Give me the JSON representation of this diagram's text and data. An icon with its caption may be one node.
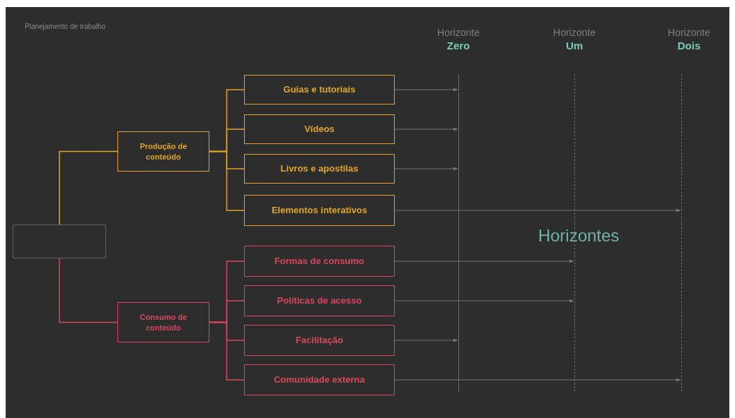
{
  "diagram": {
    "nodes": [
      {
        "text": [],
        "shape": "box"
      },
      {
        "text": [
          "Produção de conteúdo"
        ]
      },
      {
        "text": [
          "Guias e tutoriais"
        ]
      },
      {
        "text": [
          "Vídeos"
        ]
      },
      {
        "text": [
          "Livros e apostilas"
        ]
      },
      {
        "text": [
          "Elementos interativos"
        ]
      },
      {
        "text": [
          "Consumo de conteúdo"
        ]
      },
      {
        "text": [
          "Formas de consumo"
        ]
      },
      {
        "text": [
          "Políticas de acesso"
        ]
      },
      {
        "text": [
          "Facilitação"
        ]
      },
      {
        "text": [
          "Comunidade externa"
        ]
      },
      {
        "text": [],
        "shape": "bar"
      },
      {
        "text": [],
        "shape": "bar"
      },
      {
        "text": [],
        "shape": "bar"
      }
    ],
    "edges": [
      {
        "from": 0,
        "to": 1,
        "arrow": "none",
        "color": "#e0a526"
      },
      {
        "from": 1,
        "to": 2,
        "arrow": "none",
        "color": "#e0a526"
      },
      {
        "from": 1,
        "to": 3,
        "arrow": "none",
        "color": "#e0a526"
      },
      {
        "from": 1,
        "to": 4,
        "arrow": "none",
        "color": "#e0a526"
      },
      {
        "from": 1,
        "to": 5,
        "arrow": "none",
        "color": "#e0a526"
      },
      {
        "from": 0,
        "to": 6,
        "arrow": "none",
        "color": "#d9475f"
      },
      {
        "from": 6,
        "to": 7,
        "arrow": "none",
        "color": "#d9475f"
      },
      {
        "from": 6,
        "to": 8,
        "arrow": "none",
        "color": "#d9475f"
      },
      {
        "from": 6,
        "to": 9,
        "arrow": "none",
        "color": "#d9475f"
      },
      {
        "from": 6,
        "to": 10,
        "arrow": "none",
        "color": "#d9475f"
      },
      {
        "from": 2,
        "to": 11,
        "arrow": "to"
      },
      {
        "from": 3,
        "to": 11,
        "arrow": "to"
      },
      {
        "from": 4,
        "to": 11,
        "arrow": "to"
      },
      {
        "from": 5,
        "to": 13,
        "arrow": "to"
      },
      {
        "from": 7,
        "to": 12,
        "arrow": "to"
      },
      {
        "from": 8,
        "to": 12,
        "arrow": "to"
      },
      {
        "from": 9,
        "to": 11,
        "arrow": "to"
      },
      {
        "from": 10,
        "to": 13,
        "arrow": "to"
      }
    ],
    "labels": [
      "Planejamento de trabalho",
      "Horizonte",
      "Zero",
      "Horizonte",
      "Um",
      "Horizonte",
      "Dois",
      "Horizontes"
    ]
  }
}
